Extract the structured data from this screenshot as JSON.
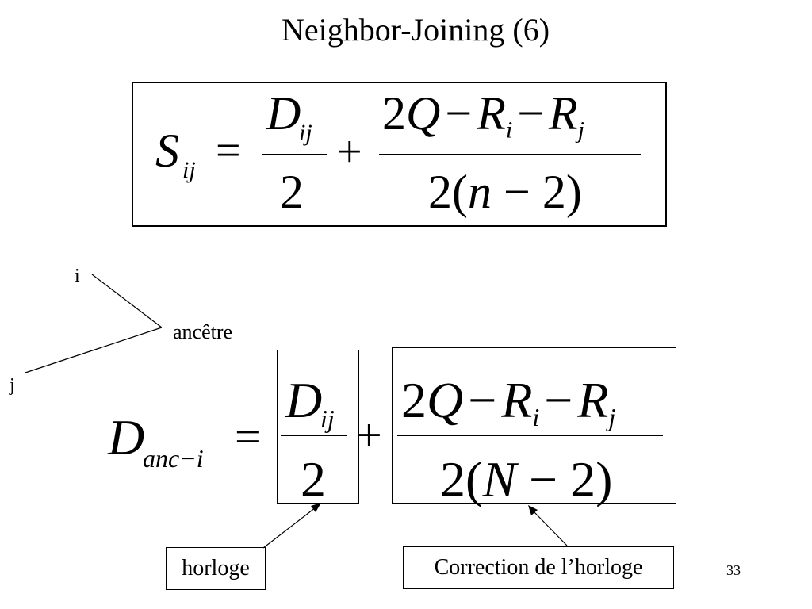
{
  "slide": {
    "title": "Neighbor-Joining (6)",
    "page_number": "33"
  },
  "formula1": {
    "lhs": "S",
    "lhs_sub": "ij",
    "equals": "=",
    "frac1_num": "D",
    "frac1_num_sub": "ij",
    "frac1_den": "2",
    "plus": "+",
    "frac2_num": {
      "a": "2",
      "b": "Q",
      "minus1": "−",
      "c": "R",
      "c_sub": "i",
      "minus2": "−",
      "d": "R",
      "d_sub": "j"
    },
    "frac2_den": {
      "a": "2(",
      "n": "n",
      "rest": " − 2)"
    }
  },
  "tree": {
    "leaf_i": "i",
    "leaf_j": "j",
    "ancestor": "ancêtre"
  },
  "formula2": {
    "lhs": "D",
    "lhs_sub": "anc−i",
    "equals": "=",
    "frac1_num": "D",
    "frac1_num_sub": "ij",
    "frac1_den": "2",
    "plus": "+",
    "frac2_num": {
      "a": "2",
      "b": "Q",
      "minus1": "−",
      "c": "R",
      "c_sub": "i",
      "minus2": "−",
      "d": "R",
      "d_sub": "j"
    },
    "frac2_den": {
      "a": "2(",
      "n": "N",
      "rest": " − 2)"
    }
  },
  "labels": {
    "horloge": "horloge",
    "correction": "Correction de l’horloge"
  }
}
